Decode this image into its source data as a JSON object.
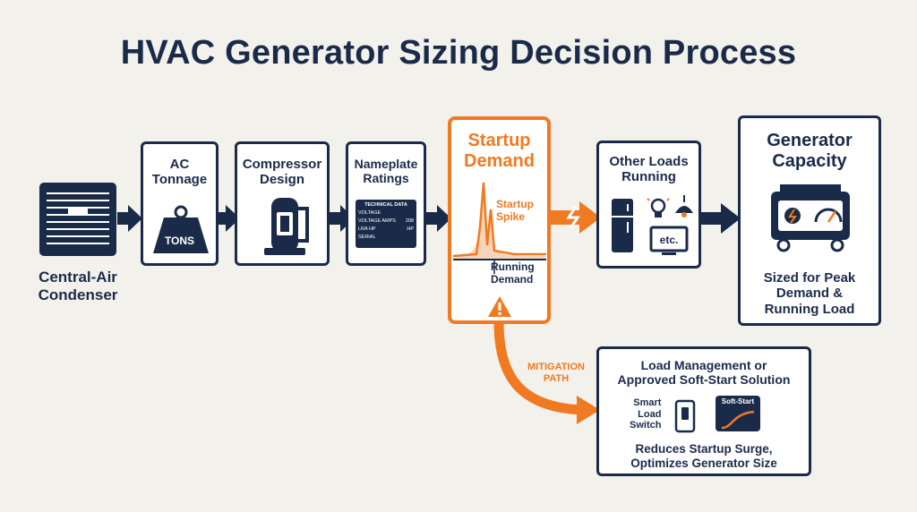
{
  "title": "HVAC Generator Sizing Decision Process",
  "condenser": {
    "label_line1": "Central-Air",
    "label_line2": "Condenser"
  },
  "ac_tonnage": {
    "title_line1": "AC",
    "title_line2": "Tonnage",
    "weight_label": "TONS"
  },
  "compressor": {
    "title_line1": "Compressor",
    "title_line2": "Design"
  },
  "nameplate": {
    "title_line1": "Nameplate",
    "title_line2": "Ratings",
    "plate_header": "TECHNICAL DATA",
    "row_voltage": "VOLTAGE",
    "row_amps": "VOLTAGE AMPS",
    "amps_value": "208",
    "row_lra": "LRA",
    "row_lra_unit1": "HP",
    "row_lra_unit2": "HP",
    "row_serial": "SERIAL"
  },
  "startup": {
    "title_line1": "Startup",
    "title_line2": "Demand",
    "spike_line1": "Startup",
    "spike_line2": "Spike",
    "running_line1": "Running",
    "running_line2": "Demand"
  },
  "other_loads": {
    "title_line1": "Other Loads",
    "title_line2": "Running",
    "etc_label": "etc."
  },
  "generator": {
    "title_line1": "Generator",
    "title_line2": "Capacity",
    "desc_line1": "Sized for Peak",
    "desc_line2": "Demand &",
    "desc_line3": "Running Load"
  },
  "mitigation": {
    "path_line1": "MITIGATION",
    "path_line2": "PATH",
    "title_line1": "Load Management or",
    "title_line2": "Approved Soft-Start Solution",
    "switch_line1": "Smart",
    "switch_line2": "Load",
    "switch_line3": "Switch",
    "softstart_label": "Soft-Start",
    "desc_line1": "Reduces Startup Surge,",
    "desc_line2": "Optimizes Generator Size"
  },
  "colors": {
    "navy": "#1a2b4a",
    "orange": "#f07a22",
    "background": "#f3f1ec"
  }
}
